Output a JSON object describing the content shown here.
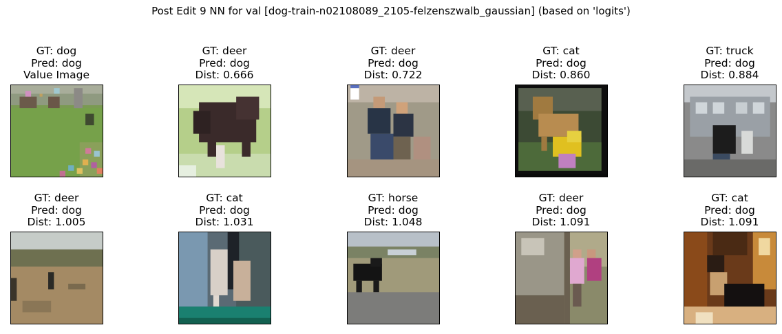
{
  "figure": {
    "title": "Post Edit 9 NN for val [dog-train-n02108089_2105-felzenszwalb_gaussian] (based on 'logits')"
  },
  "chart_data": {
    "type": "image_grid",
    "title": "Post Edit 9 NN for val [dog-train-n02108089_2105-felzenszwalb_gaussian] (based on 'logits')",
    "rows": 2,
    "cols": 5,
    "panels": [
      {
        "gt": "GT: dog",
        "pred": "Pred: dog",
        "extra": "Value Image",
        "dist": null,
        "scene": "dog-field-noisy"
      },
      {
        "gt": "GT: deer",
        "pred": "Pred: dog",
        "extra": "Dist: 0.666",
        "dist": 0.666,
        "scene": "bison"
      },
      {
        "gt": "GT: deer",
        "pred": "Pred: dog",
        "extra": "Dist: 0.722",
        "dist": 0.722,
        "scene": "people-dog"
      },
      {
        "gt": "GT: cat",
        "pred": "Pred: dog",
        "extra": "Dist: 0.860",
        "dist": 0.86,
        "scene": "lion"
      },
      {
        "gt": "GT: truck",
        "pred": "Pred: dog",
        "extra": "Dist: 0.884",
        "dist": 0.884,
        "scene": "truck"
      },
      {
        "gt": "GT: deer",
        "pred": "Pred: dog",
        "extra": "Dist: 1.005",
        "dist": 1.005,
        "scene": "dirt-field"
      },
      {
        "gt": "GT: cat",
        "pred": "Pred: dog",
        "extra": "Dist: 1.031",
        "dist": 1.031,
        "scene": "cat-standing"
      },
      {
        "gt": "GT: horse",
        "pred": "Pred: dog",
        "extra": "Dist: 1.048",
        "dist": 1.048,
        "scene": "horse-running"
      },
      {
        "gt": "GT: deer",
        "pred": "Pred: dog",
        "extra": "Dist: 1.091",
        "dist": 1.091,
        "scene": "girls"
      },
      {
        "gt": "GT: cat",
        "pred": "Pred: dog",
        "extra": "Dist: 1.091",
        "dist": 1.091,
        "scene": "dog-indoor"
      }
    ]
  }
}
